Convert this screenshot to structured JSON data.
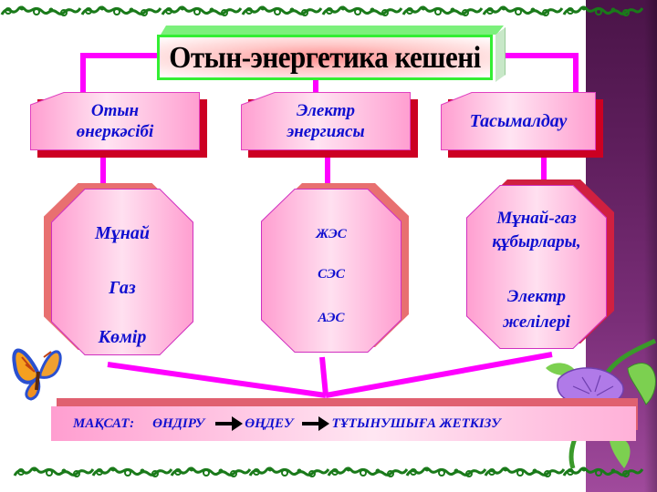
{
  "title": "Отын-энергетика кешені",
  "categories": [
    {
      "label_line1": "Отын",
      "label_line2": "өнеркәсібі"
    },
    {
      "label_line1": "Электр",
      "label_line2": "энергиясы"
    },
    {
      "label_line1": "Тасымалдау",
      "label_line2": ""
    }
  ],
  "subgroups": [
    {
      "items": [
        "Мұнай",
        "Газ",
        "Көмір"
      ]
    },
    {
      "items": [
        "ЖЭС",
        "СЭС",
        "АЭС"
      ]
    },
    {
      "items": [
        "Мұнай-газ",
        "құбырлары,",
        "Электр",
        "желілері"
      ]
    }
  ],
  "goal": {
    "label": "МАҚСАТ:",
    "steps": [
      "ӨНДІРУ",
      "ӨҢДЕУ",
      "ТҰТЫНУШЫҒА ЖЕТКІЗУ"
    ]
  },
  "colors": {
    "connector": "#ff00ff",
    "text_blue": "#1010d0",
    "title_border": "#33ee33",
    "shadow_red": "#cc0022",
    "vine_green": "#1a7a1a",
    "side_panel": "#5e1e5c"
  },
  "decorations": [
    "vine-border-top",
    "vine-border-bottom",
    "butterfly",
    "morning-glory-flower"
  ]
}
